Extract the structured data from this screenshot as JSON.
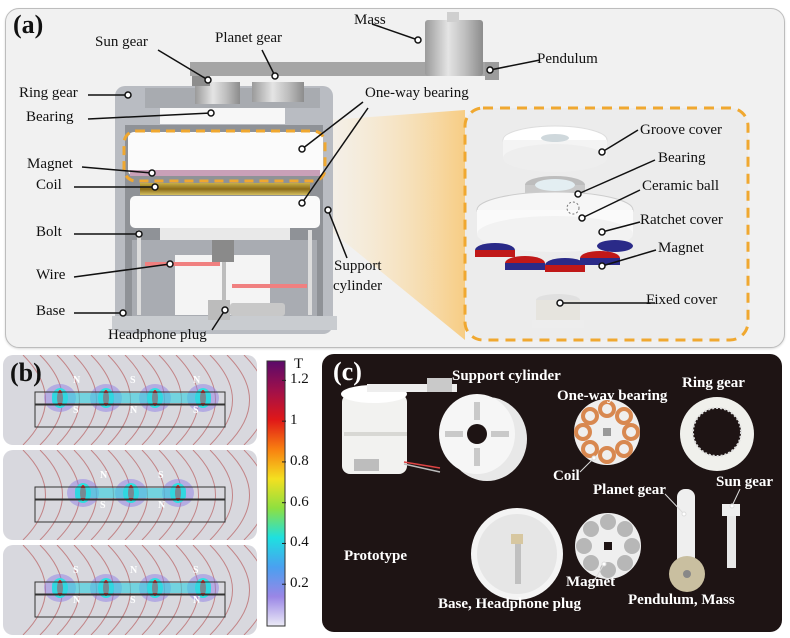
{
  "figure": {
    "panels": {
      "a": {
        "label": "(a)",
        "callouts": {
          "mass": "Mass",
          "sun_gear": "Sun gear",
          "planet_gear": "Planet gear",
          "pendulum": "Pendulum",
          "ring_gear": "Ring gear",
          "bearing": "Bearing",
          "one_way_bearing": "One-way bearing",
          "magnet": "Magnet",
          "coil": "Coil",
          "bolt": "Bolt",
          "wire": "Wire",
          "base": "Base",
          "support_cylinder_line1": "Support",
          "support_cylinder_line2": "cylinder",
          "headphone_plug": "Headphone plug"
        },
        "inset_callouts": {
          "groove_cover": "Groove cover",
          "bearing": "Bearing",
          "ceramic_ball": "Ceramic ball",
          "ratchet_cover": "Ratchet cover",
          "magnet": "Magnet",
          "fixed_cover": "Fixed cover"
        },
        "accent_color": "#f0a830"
      },
      "b": {
        "label": "(b)",
        "colorbar": {
          "unit": "T",
          "ticks": [
            "1.2",
            "1",
            "0.8",
            "0.6",
            "0.4",
            "0.2"
          ],
          "range": [
            0,
            1.3
          ],
          "colormap": [
            "#ecebf6",
            "#9a86e6",
            "#4aa0f0",
            "#1ee0e0",
            "#8ee040",
            "#f4e020",
            "#f88010",
            "#e01818",
            "#a0104a",
            "#5a0a6a"
          ]
        },
        "maps": [
          {
            "top_poles": [
              "N",
              "S",
              "N"
            ],
            "bottom_poles": [
              "S",
              "N",
              "S"
            ]
          },
          {
            "top_poles": [
              "N",
              "S"
            ],
            "bottom_poles": [
              "S",
              "N"
            ]
          },
          {
            "top_poles": [
              "S",
              "N",
              "S"
            ],
            "bottom_poles": [
              "N",
              "S",
              "N"
            ]
          }
        ]
      },
      "c": {
        "label": "(c)",
        "items": {
          "support_cylinder": "Support cylinder",
          "one_way_bearing": "One-way bearing",
          "ring_gear": "Ring gear",
          "coil": "Coil",
          "planet_gear": "Planet gear",
          "sun_gear": "Sun gear",
          "prototype": "Prototype",
          "magnet": "Magnet",
          "base_headphone_plug": "Base, Headphone plug",
          "pendulum_mass": "Pendulum, Mass"
        }
      }
    }
  }
}
